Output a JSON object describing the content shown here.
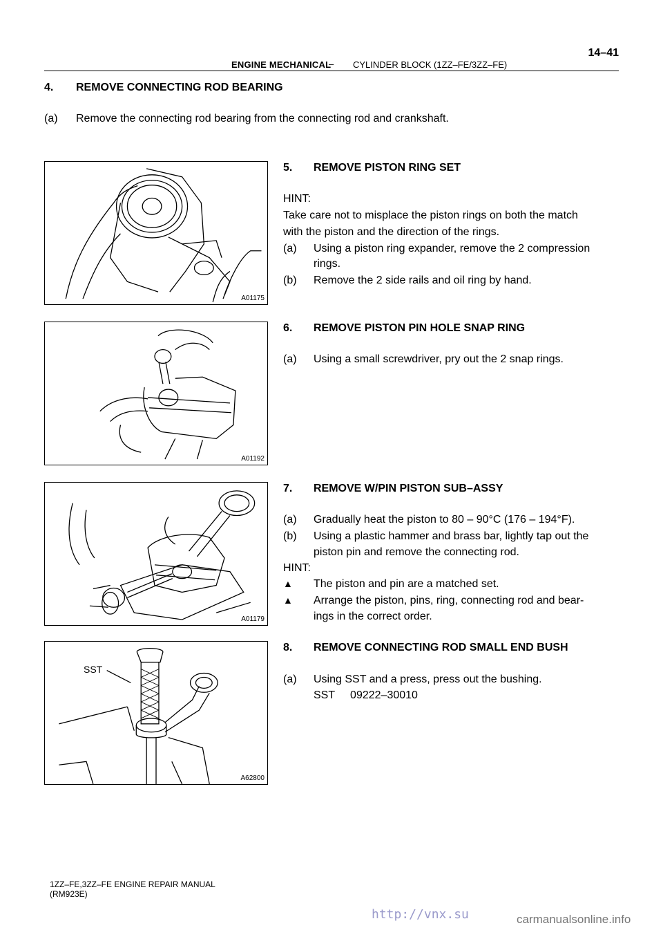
{
  "header": {
    "section": "ENGINE MECHANICAL",
    "dash": "–",
    "subsection": "CYLINDER BLOCK (1ZZ–FE/3ZZ–FE)",
    "page": "14–41"
  },
  "steps": [
    {
      "num": "4.",
      "title": "REMOVE CONNECTING ROD BEARING",
      "items": [
        {
          "label": "(a)",
          "text": "Remove the connecting rod bearing from the connecting rod and crankshaft."
        }
      ]
    },
    {
      "num": "5.",
      "title": "REMOVE PISTON RING SET",
      "hint_label": "HINT:",
      "hint_lines": [
        "Take care not to misplace the piston rings on both the match",
        "with the piston and the direction of the rings."
      ],
      "items": [
        {
          "label": "(a)",
          "line1": "Using a piston ring expander, remove the 2 compression",
          "line2": "rings."
        },
        {
          "label": "(b)",
          "text": "Remove the 2 side rails and oil ring by hand."
        }
      ]
    },
    {
      "num": "6.",
      "title": "REMOVE PISTON PIN HOLE SNAP RING",
      "items": [
        {
          "label": "(a)",
          "text": "Using a small screwdriver, pry out the 2 snap rings."
        }
      ]
    },
    {
      "num": "7.",
      "title": "REMOVE W/PIN PISTON SUB–ASSY",
      "items": [
        {
          "label": "(a)",
          "text": "Gradually heat the piston to 80 – 90°C (176 – 194°F)."
        },
        {
          "label": "(b)",
          "line1": "Using a plastic hammer and brass bar, lightly tap out the",
          "line2": "piston pin and remove the connecting rod."
        }
      ],
      "hint_label": "HINT:",
      "bullets": [
        {
          "text": "The piston and pin are a matched set."
        },
        {
          "line1": "Arrange the piston, pins, ring, connecting rod and bear-",
          "line2": "ings in the correct order."
        }
      ]
    },
    {
      "num": "8.",
      "title": "REMOVE CONNECTING ROD SMALL END BUSH",
      "items": [
        {
          "label": "(a)",
          "text": "Using SST and a press, press out the bushing."
        }
      ],
      "sst_line": "SST     09222–30010"
    }
  ],
  "figures": [
    {
      "code": "A01175"
    },
    {
      "code": "A01192"
    },
    {
      "code": "A01179"
    },
    {
      "code": "A62800",
      "label": "SST"
    }
  ],
  "footer": {
    "line1": "1ZZ–FE,3ZZ–FE ENGINE REPAIR MANUAL",
    "line2": "(RM923E)"
  },
  "watermarks": {
    "left": "http://vnx.su",
    "right": "carmanualsonline.info"
  }
}
